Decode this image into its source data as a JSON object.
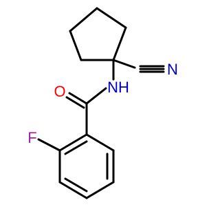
{
  "molecule": {
    "atoms": {
      "oxygen": "O",
      "amide_nitrogen": "NH",
      "fluorine": "F",
      "nitrile_nitrogen": "N"
    },
    "colors": {
      "bond": "#000000",
      "oxygen": "#ff0000",
      "nitrogen": "#0000cc",
      "fluorine": "#a020a0",
      "background": "#ffffff"
    }
  }
}
